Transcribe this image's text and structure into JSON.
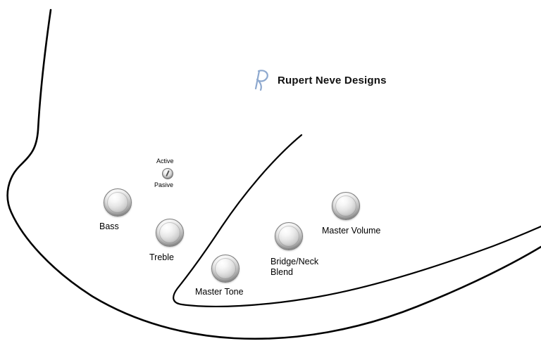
{
  "brand": {
    "name": "Rupert Neve Designs",
    "logo_color": "#8ea9cf"
  },
  "switch": {
    "top_label": "Active",
    "bottom_label": "Pasive"
  },
  "knobs": [
    {
      "id": "bass",
      "label": "Bass"
    },
    {
      "id": "treble",
      "label": "Treble"
    },
    {
      "id": "master-tone",
      "label": "Master Tone"
    },
    {
      "id": "bridge-neck-blend",
      "label": "Bridge/Neck Blend"
    },
    {
      "id": "master-volume",
      "label": "Master Volume"
    }
  ],
  "colors": {
    "outline": "#000000",
    "background": "#ffffff"
  }
}
